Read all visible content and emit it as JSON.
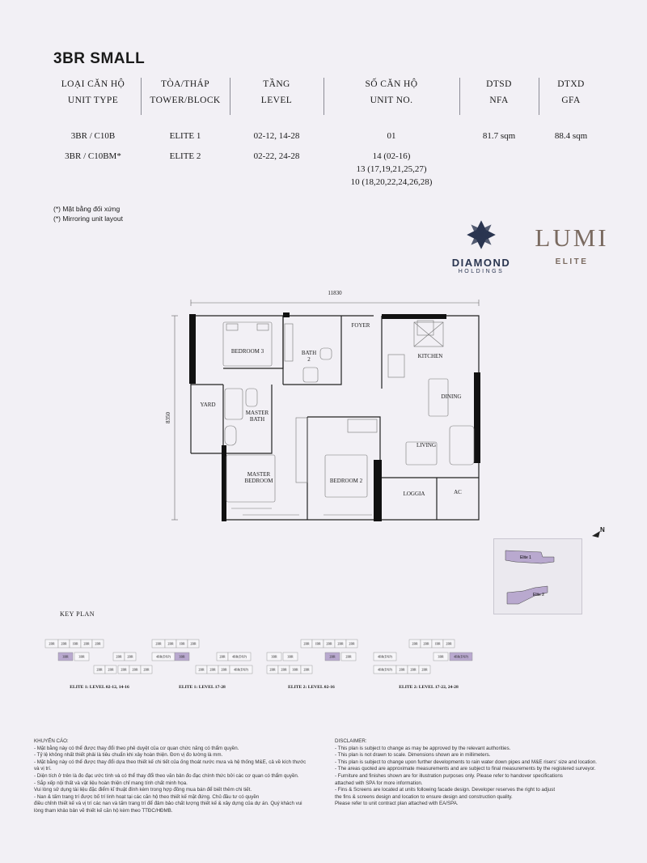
{
  "title": "3BR SMALL",
  "table": {
    "headers": [
      {
        "vi": "LOẠI CĂN HỘ",
        "en": "UNIT TYPE"
      },
      {
        "vi": "TÒA/THÁP",
        "en": "TOWER/BLOCK"
      },
      {
        "vi": "TẦNG",
        "en": "LEVEL"
      },
      {
        "vi": "SỐ CĂN HỘ",
        "en": "UNIT NO."
      },
      {
        "vi": "DTSD",
        "en": "NFA"
      },
      {
        "vi": "DTXD",
        "en": "GFA"
      }
    ],
    "rows": [
      {
        "type": "3BR / C10B",
        "tower": "ELITE 1",
        "level": "02-12, 14-28",
        "units": [
          "01"
        ],
        "nfa": "81.7 sqm",
        "gfa": "88.4 sqm"
      },
      {
        "type": "3BR / C10BM*",
        "tower": "ELITE 2",
        "level": "02-22, 24-28",
        "units": [
          "14 (02-16)",
          "13 (17,19,21,25,27)",
          "10 (18,20,22,24,26,28)"
        ],
        "nfa": "",
        "gfa": ""
      }
    ]
  },
  "notes": [
    "(*) Mặt bằng đối xứng",
    "(*) Mirroring unit layout"
  ],
  "logos": {
    "diamond": {
      "name": "DIAMOND",
      "sub": "HOLDINGS",
      "color": "#2a3550"
    },
    "lumi": {
      "name": "LUMI",
      "sub": "ELITE",
      "color": "#7a6a60"
    }
  },
  "plan": {
    "dim_width": "11830",
    "dim_height": "8350",
    "rooms": {
      "bedroom3": "BEDROOM 3",
      "bath2a": "BATH",
      "bath2b": "2",
      "foyer": "FOYER",
      "kitchen": "KITCHEN",
      "dining": "DINING",
      "yard": "YARD",
      "master_bath_a": "MASTER",
      "master_bath_b": "BATH",
      "living": "LIVING",
      "master_bed_a": "MASTER",
      "master_bed_b": "BEDROOM",
      "bedroom2": "BEDROOM 2",
      "loggia": "LOGGIA",
      "ac": "AC"
    }
  },
  "north": "N",
  "minimap": {
    "elite1": "Elite 1",
    "elite2": "Elite 2",
    "highlight": "#b9a9cf"
  },
  "key_plan": {
    "title": "KEY PLAN",
    "captions": [
      "ELITE 1: LEVEL 02-12, 14-16",
      "ELITE 1: LEVEL 17-28",
      "ELITE 2: LEVEL 02-16",
      "ELITE 2: LEVEL 17-22, 24-28"
    ],
    "cells_1": [
      "2BR",
      "2BR",
      "1BR",
      "2BR",
      "2BR",
      "3BR",
      "3BR",
      "2BR",
      "2BR",
      "2BR",
      "2BR",
      "2BR",
      "2BR",
      "2BR"
    ],
    "cells_2": [
      "2BR",
      "2BR",
      "1BR",
      "2BR",
      "4BR(DXP)",
      "3BR",
      "2BR",
      "4BR(DXP)",
      "2BR",
      "2BR",
      "2BR",
      "4BR(DXP)"
    ],
    "cells_3": [
      "2BR",
      "1BR",
      "2BR",
      "2BR",
      "2BR",
      "3BR",
      "3BR",
      "2BR",
      "2BR",
      "2BR",
      "2BR",
      "3BR",
      "2BR"
    ],
    "cells_4": [
      "2BR",
      "2BR",
      "1BR",
      "2BR",
      "4BR(DXP)",
      "3BR",
      "4BR(DXP)",
      "4BR(DXP)",
      "2BR",
      "2BR",
      "2BR"
    ]
  },
  "disclaimer_vi": {
    "title": "KHUYẾN CÁO:",
    "lines": [
      "- Mặt bằng này có thể được thay đổi theo phê duyệt của cơ quan chức năng có thẩm quyền.",
      "- Tỷ lệ không nhất thiết phải là tiêu chuẩn khi xây hoàn thiện. Đơn vị đo lường là mm.",
      "- Mặt bằng này có thể được thay đổi dựa theo thiết kế chi tiết của ống thoát nước mưa và hệ thống M&E, cả về kích thước",
      "  và vị trí.",
      "- Diện tích ở trên là đo đạc ước tính và có thể thay đổi theo văn bản đo đạc chính thức bởi các cơ quan có thẩm quyền.",
      "- Sắp xếp nội thất và vật liệu hoàn thiện chỉ mang tính chất minh họa.",
      "  Vui lòng sử dụng tài liệu đặc điểm kĩ thuật đính kèm trong hợp đồng mua bán để biết thêm chi tiết.",
      "- Nan & tấm trang trí được bố trí linh hoạt tại các căn hộ theo thiết kế mặt đứng. Chủ đầu tư có quyền",
      "  điều chỉnh thiết kế và vị trí các nan và tấm trang trí để đảm bảo chất lượng thiết kế & xây dựng của dự án. Quý khách vui",
      "  lòng tham khảo bản vẽ thiết kế căn hộ kèm theo TTĐC/HĐMB."
    ]
  },
  "disclaimer_en": {
    "title": "DISCLAIMER:",
    "lines": [
      "- This plan is subject to change as may be approved by the relevant authorities.",
      "- This plan is not drawn to scale. Dimensions shown are in millimeters.",
      "- This plan is subject to change upon further developments to rain water down pipes and M&E risers' size and location.",
      "- The areas quoted are approximate measurements and are subject to final measurements by the registered surveyor.",
      "- Furniture and finishes shown are for illustration purposes only. Please refer to handover specifications",
      "  attached with SPA for more information.",
      "- Fins & Screens are located at units following facade design. Developer reserves the right to adjust",
      "  the fins & screens design and location to ensure design and construction quality.",
      "  Please refer to unit contract plan attached with EA/SPA."
    ]
  }
}
